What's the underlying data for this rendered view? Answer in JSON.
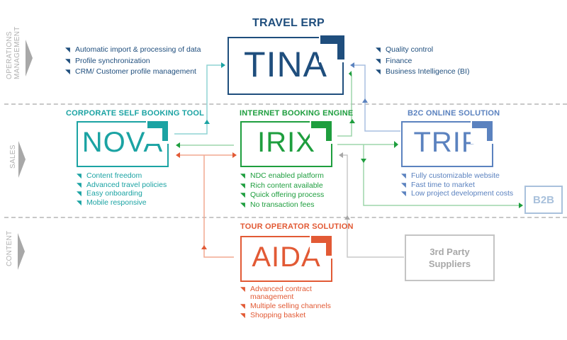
{
  "sections": [
    {
      "id": "operations",
      "label_line1": "OPERATIONS",
      "label_line2": "MANAGEMENT"
    },
    {
      "id": "sales",
      "label_line1": "SALES"
    },
    {
      "id": "content",
      "label_line1": "CONTENT"
    }
  ],
  "colors": {
    "tina": "#1f4e7d",
    "nova": "#1ba3a3",
    "irix": "#1e9e3e",
    "trip": "#5b82bf",
    "aida": "#e25a35",
    "b2b": "#a9c1dc",
    "third_party": "#b5b5b5",
    "irix_lines": "#9dd6ab",
    "nova_lines": "#8fd3d3",
    "trip_lines": "#a9bfe0",
    "aida_lines": "#f2a991",
    "grey_lines": "#c9c9c9"
  },
  "bullet_glyph": "◥",
  "tina": {
    "category": "TRAVEL ERP",
    "name": "TINA",
    "left_features": [
      "Automatic import & processing of data",
      "Profile synchronization",
      "CRM/ Customer profile management"
    ],
    "right_features": [
      "Quality control",
      "Finance",
      "Business Intelligence (BI)"
    ]
  },
  "nova": {
    "category": "CORPORATE SELF BOOKING TOOL",
    "name": "NOVA",
    "features": [
      "Content freedom",
      "Advanced travel policies",
      "Easy onboarding",
      "Mobile responsive"
    ]
  },
  "irix": {
    "category": "INTERNET BOOKING ENGINE",
    "name": "IRIX",
    "features": [
      "NDC enabled platform",
      "Rich content available",
      "Quick offering process",
      "No transaction fees"
    ]
  },
  "trip": {
    "category": "B2C ONLINE SOLUTION",
    "name": "TRIP",
    "features": [
      "Fully customizable website",
      "Fast time to market",
      "Low project development costs"
    ]
  },
  "aida": {
    "category": "TOUR OPERATOR SOLUTION",
    "name": "AIDA",
    "features": [
      "Advanced contract management",
      "Multiple selling channels",
      "Shopping basket"
    ]
  },
  "b2b": {
    "name": "B2B"
  },
  "third_party": {
    "line1": "3rd Party",
    "line2": "Suppliers"
  }
}
